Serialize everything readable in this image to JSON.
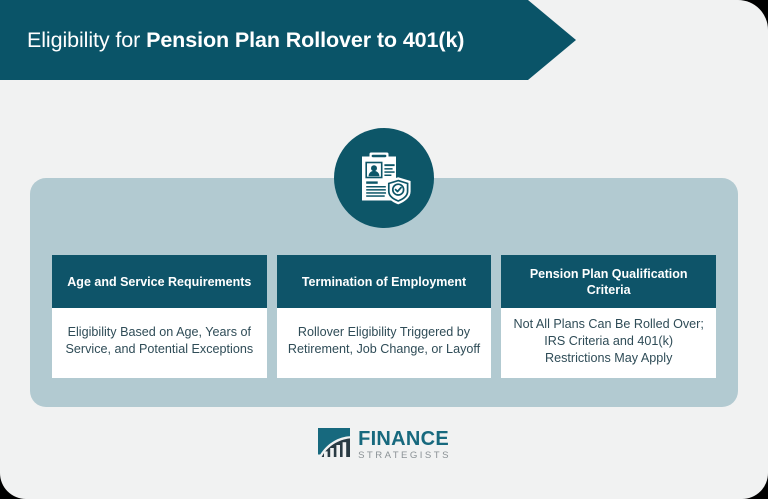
{
  "header": {
    "title_regular": "Eligibility for ",
    "title_bold": "Pension Plan Rollover to 401(k)",
    "background_color": "#0a5468"
  },
  "badge": {
    "icon_name": "document-shield-check-icon",
    "circle_color": "#0d5668",
    "glyph_color": "#ffffff"
  },
  "panel": {
    "background_color": "#b2cad1"
  },
  "cards": [
    {
      "title": "Age and Service Requirements",
      "body": "Eligibility Based on Age, Years of Service, and Potential Exceptions",
      "header_color": "#0e5469",
      "body_color": "#ffffff"
    },
    {
      "title": "Termination of Employment",
      "body": "Rollover Eligibility Triggered by Retirement, Job Change, or Layoff",
      "header_color": "#0e5469",
      "body_color": "#ffffff"
    },
    {
      "title": "Pension Plan Qualification Criteria",
      "body": "Not All Plans Can Be Rolled Over; IRS Criteria and 401(k) Restrictions May Apply",
      "header_color": "#0e5469",
      "body_color": "#ffffff"
    }
  ],
  "footer": {
    "logo_mark_name": "finance-strategists-bar-chart-logo",
    "logo_primary": "FINANCE",
    "logo_secondary": "STRATEGISTS",
    "primary_color": "#17697e",
    "secondary_color": "#8b9296"
  },
  "page": {
    "background_color": "#f1f2f2"
  }
}
